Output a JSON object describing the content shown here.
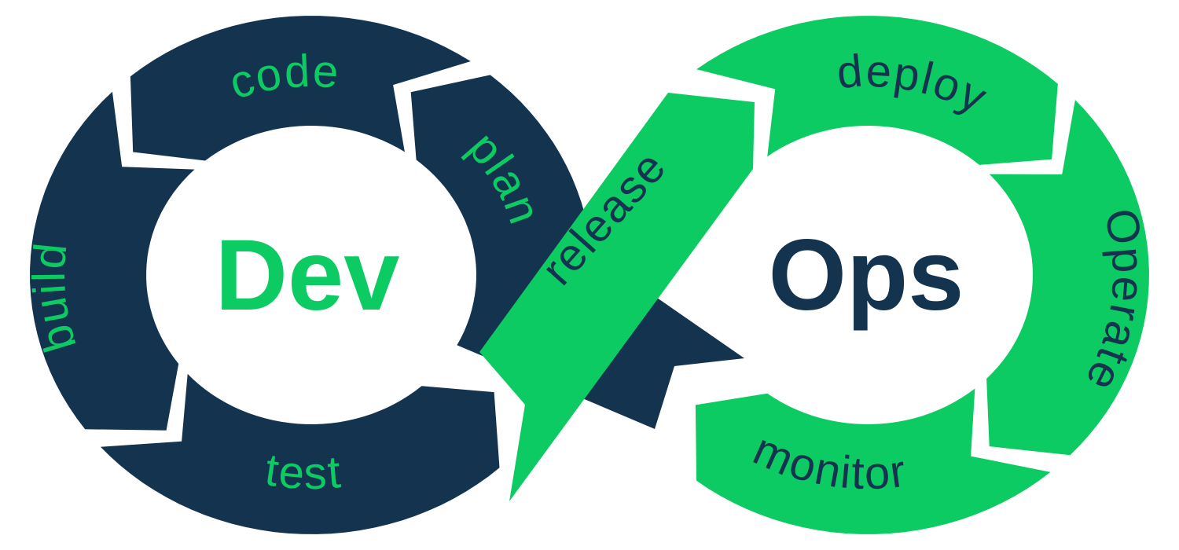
{
  "diagram": {
    "name": "DevOps infinity loop",
    "flow_order": [
      "plan",
      "code",
      "build",
      "test",
      "release",
      "deploy",
      "Operate",
      "monitor"
    ]
  },
  "colors": {
    "navy": "#14334F",
    "green": "#0CCB63",
    "background": "#FFFFFF"
  },
  "labels": {
    "dev": "Dev",
    "ops": "Ops",
    "plan": "plan",
    "code": "code",
    "build": "build",
    "test": "test",
    "release": "release",
    "deploy": "deploy",
    "operate": "Operate",
    "monitor": "monitor"
  },
  "loops": [
    {
      "name": "Dev",
      "ring_color": "navy",
      "label_color": "green",
      "stages": [
        "plan",
        "code",
        "build",
        "test"
      ]
    },
    {
      "name": "Ops",
      "ring_color": "green",
      "label_color": "navy",
      "stages": [
        "deploy",
        "Operate",
        "monitor"
      ]
    }
  ],
  "crossing_ribbons": [
    {
      "stage": "release",
      "ribbon_color": "green",
      "label_color": "navy"
    },
    {
      "stage": "plan",
      "ribbon_color": "navy",
      "label_color": "green"
    }
  ]
}
